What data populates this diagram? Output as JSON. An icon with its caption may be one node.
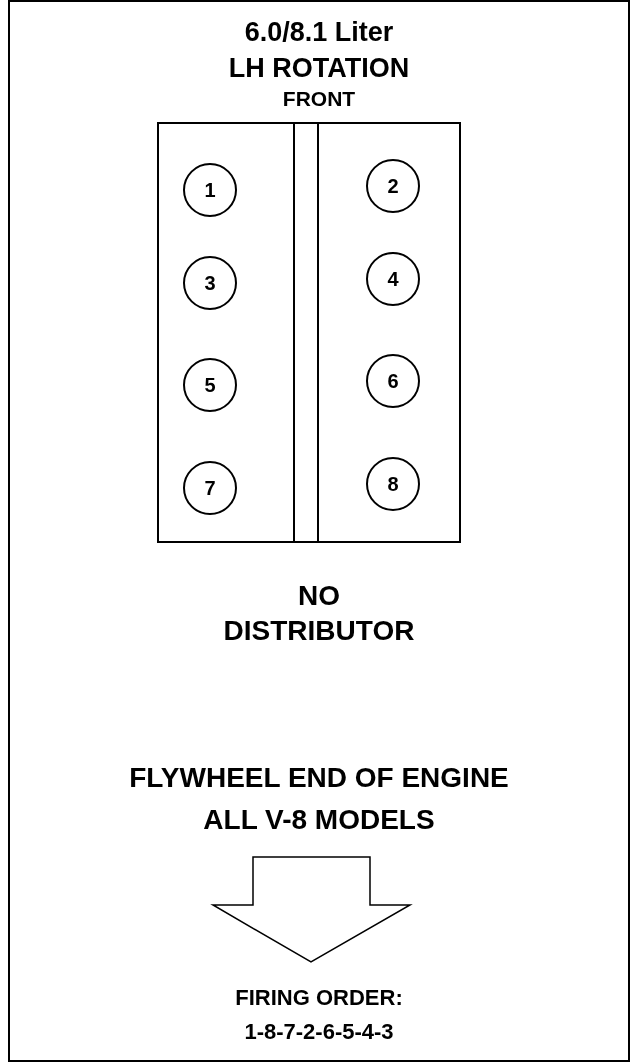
{
  "diagram": {
    "title": "6.0/8.1 Liter",
    "nodes": [
      {
        "text": [],
        "shape": "box"
      },
      {
        "text": [
          "1"
        ],
        "in": 0
      },
      {
        "text": [
          "2"
        ],
        "in": 0
      },
      {
        "text": [
          "3"
        ],
        "in": 0
      },
      {
        "text": [
          "4"
        ],
        "in": 0
      },
      {
        "text": [
          "5"
        ],
        "in": 0
      },
      {
        "text": [
          "6"
        ],
        "in": 0
      },
      {
        "text": [
          "7"
        ],
        "in": 0
      },
      {
        "text": [
          "8"
        ],
        "in": 0
      }
    ],
    "labels": [
      "LH ROTATION",
      "FRONT",
      "NO DISTRIBUTOR",
      "FLYWHEEL END OF ENGINE",
      "ALL V-8 MODELS",
      "FIRING ORDER:",
      "1-8-7-2-6-5-4-3"
    ]
  }
}
